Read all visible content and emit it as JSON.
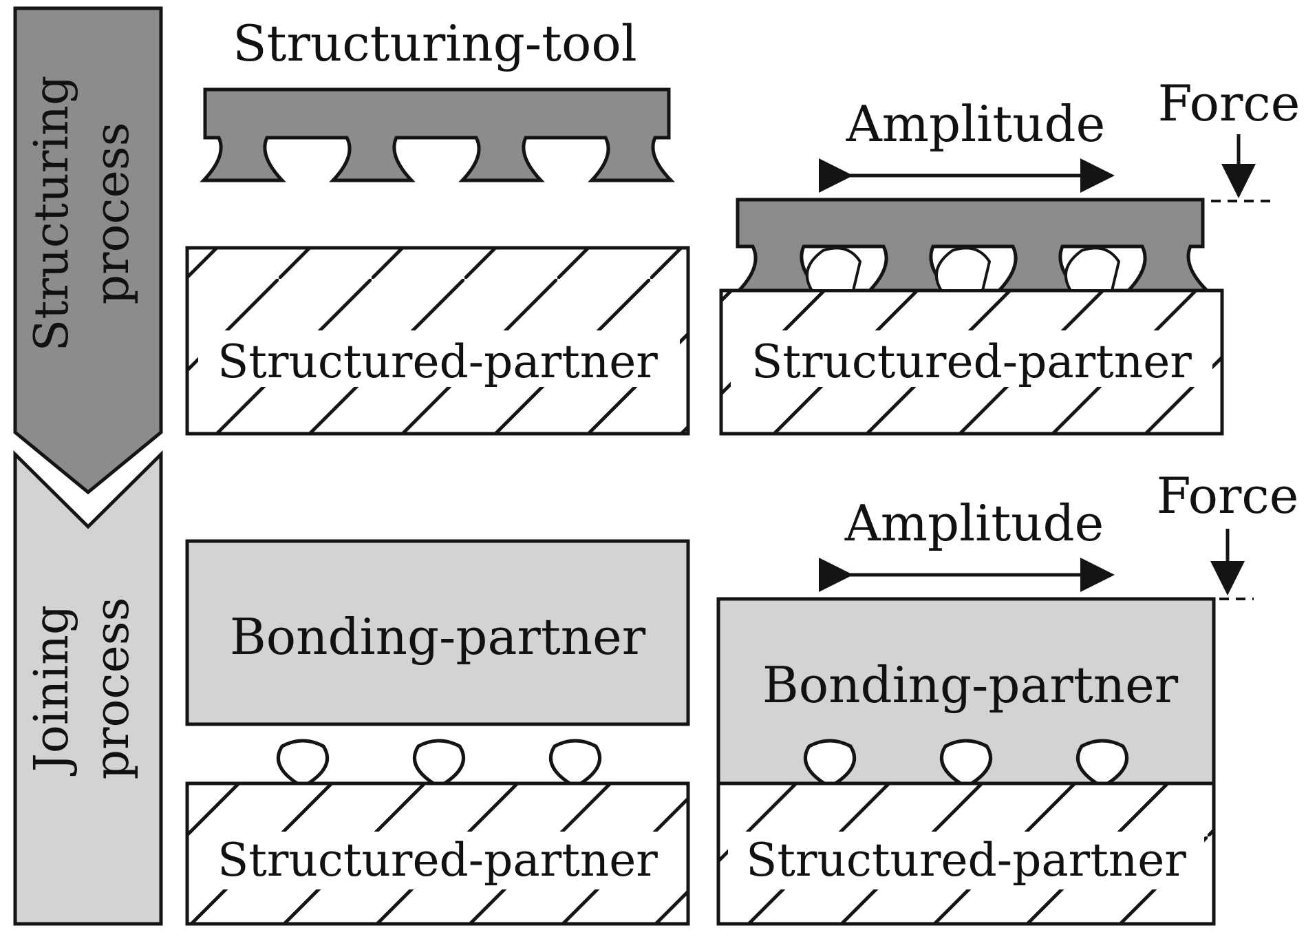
{
  "colors": {
    "tool_fill": "#8c8c8c",
    "bonding_fill": "#d3d3d3",
    "stroke": "#141414",
    "background": "#ffffff"
  },
  "stages": {
    "structuring": {
      "line1": "Structuring",
      "line2": "process"
    },
    "joining": {
      "line1": "Joining",
      "line2": "process"
    }
  },
  "labels": {
    "structuring_tool": "Structuring-tool",
    "structured_partner": "Structured-partner",
    "bonding_partner": "Bonding-partner",
    "amplitude": "Amplitude",
    "force": "Force"
  }
}
